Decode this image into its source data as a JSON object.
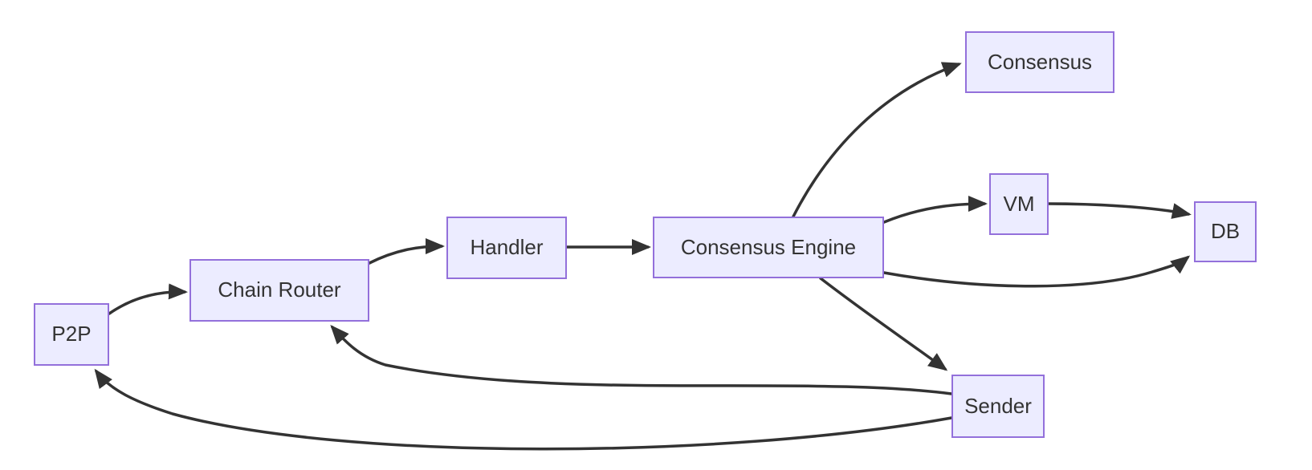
{
  "diagram": {
    "kind": "flowchart",
    "nodes": [
      {
        "id": "p2p",
        "label": "P2P"
      },
      {
        "id": "chain-router",
        "label": "Chain Router"
      },
      {
        "id": "handler",
        "label": "Handler"
      },
      {
        "id": "consensus-engine",
        "label": "Consensus Engine"
      },
      {
        "id": "consensus",
        "label": "Consensus"
      },
      {
        "id": "vm",
        "label": "VM"
      },
      {
        "id": "db",
        "label": "DB"
      },
      {
        "id": "sender",
        "label": "Sender"
      }
    ],
    "edges": [
      {
        "from": "P2P",
        "to": "Chain Router"
      },
      {
        "from": "Chain Router",
        "to": "Handler"
      },
      {
        "from": "Handler",
        "to": "Consensus Engine"
      },
      {
        "from": "Consensus Engine",
        "to": "Consensus"
      },
      {
        "from": "Consensus Engine",
        "to": "VM"
      },
      {
        "from": "VM",
        "to": "DB"
      },
      {
        "from": "Consensus Engine",
        "to": "DB"
      },
      {
        "from": "Consensus Engine",
        "to": "Sender"
      },
      {
        "from": "Sender",
        "to": "Chain Router"
      },
      {
        "from": "Sender",
        "to": "P2P"
      }
    ],
    "colors": {
      "node_fill": "#ECECFF",
      "node_border": "#9370DB",
      "edge": "#333333",
      "text": "#333333",
      "background": "#FFFFFF"
    }
  }
}
